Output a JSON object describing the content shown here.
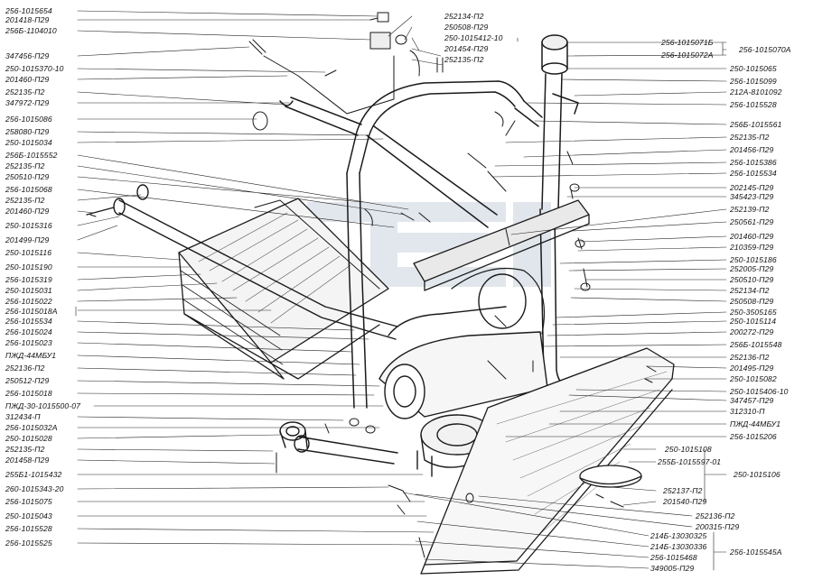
{
  "diagram": {
    "left_labels": [
      "256-1015654",
      "201418-П29",
      "256Б-1104010",
      "347456-П29",
      "250-1015370-10",
      "201460-П29",
      "252135-П2",
      "347972-П29",
      "256-1015086",
      "258080-П29",
      "250-1015034",
      "256Б-1015552",
      "252135-П2",
      "250510-П29",
      "256-1015068",
      "252135-П2",
      "201460-П29",
      "250-1015316",
      "201499-П29",
      "250-1015116",
      "250-1015190",
      "256-1015319",
      "250-1015031",
      "256-1015022",
      "256-1015018А",
      "256-1015534",
      "256-1015024",
      "256-1015023",
      "ПЖД-44МБУ1",
      "252136-П2",
      "250512-П29",
      "256-1015018",
      "ПЖД-30-1015500-07",
      "312434-П",
      "256-1015032А",
      "250-1015028",
      "252135-П2",
      "201458-П29",
      "255Б1-1015432",
      "260-1015343-20",
      "256-1015075",
      "250-1015043",
      "256-1015528",
      "256-1015525"
    ],
    "top_labels": [
      "252134-П2",
      "250508-П29",
      "250-1015412-10",
      "201454-П29",
      "252135-П2"
    ],
    "right_labels": [
      "256-1015071Б",
      "256-1015072А",
      "256-1015070А",
      "250-1015065",
      "256-1015099",
      "212А-8101092",
      "256-1015528",
      "256Б-1015561",
      "252135-П2",
      "201456-П29",
      "256-1015386",
      "256-1015534",
      "202145-П29",
      "345423-П29",
      "252139-П2",
      "250561-П29",
      "201460-П29",
      "210359-П29",
      "250-1015186",
      "252005-П29",
      "250510-П29",
      "252134-П2",
      "250508-П29",
      "250-3505165",
      "250-1015114",
      "200272-П29",
      "256Б-1015548",
      "252136-П2",
      "201495-П29",
      "250-1015082",
      "250-1015406-10",
      "347457-П29",
      "312310-П",
      "ПЖД-44МБУ1",
      "256-1015206"
    ],
    "bottom_labels": [
      "250-1015108",
      "255Б-1015597-01",
      "250-1015106",
      "252137-П2",
      "201540-П29",
      "252136-П2",
      "200315-П29",
      "214Б-13030325",
      "214Б-13030336",
      "256-1015468",
      "256-1015545А",
      "349005-П29"
    ]
  }
}
